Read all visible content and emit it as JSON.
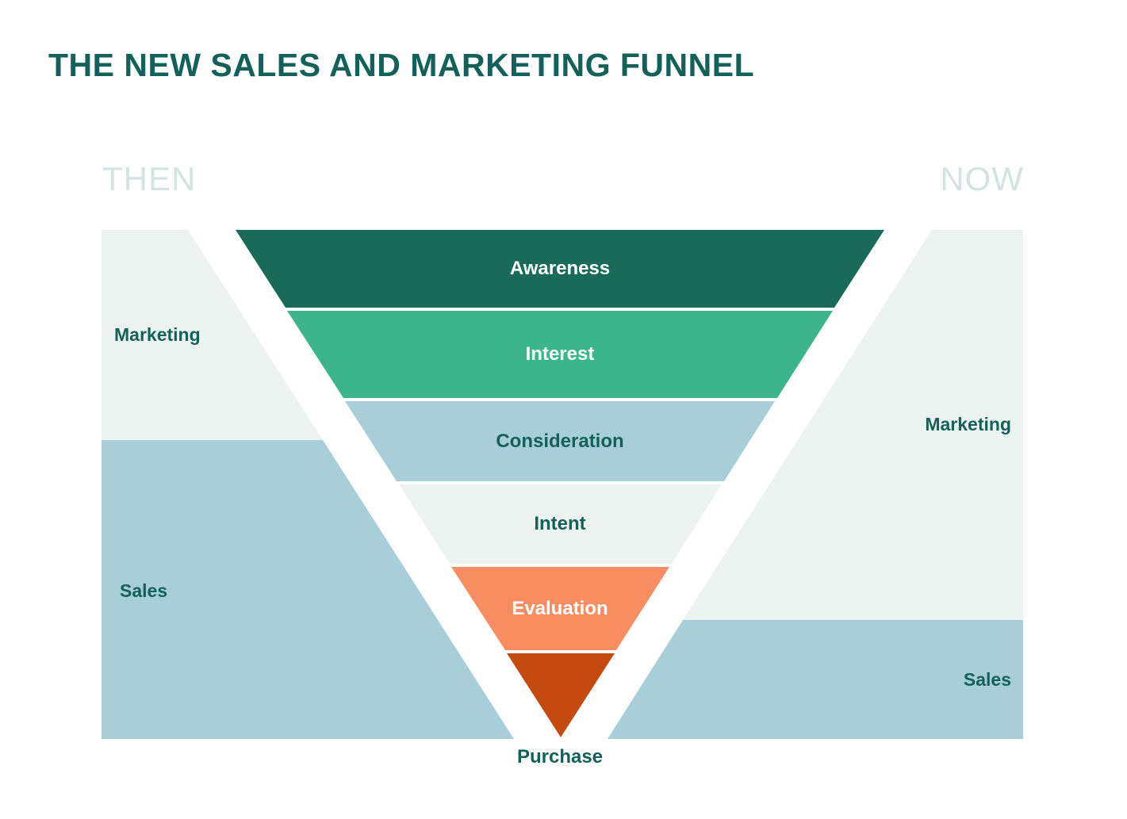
{
  "title": "THE NEW SALES AND MARKETING FUNNEL",
  "era": {
    "then": "THEN",
    "now": "NOW"
  },
  "then_panel": {
    "marketing_label": "Marketing",
    "sales_label": "Sales"
  },
  "now_panel": {
    "marketing_label": "Marketing",
    "sales_label": "Sales"
  },
  "funnel": {
    "stages": [
      {
        "label": "Awareness",
        "color": "#1a6a59",
        "text_color": "#ffffff"
      },
      {
        "label": "Interest",
        "color": "#3db58c",
        "text_color": "#ffffff"
      },
      {
        "label": "Consideration",
        "color": "#a8ced9",
        "text_color": "#136158"
      },
      {
        "label": "Intent",
        "color": "#edf3f1",
        "text_color": "#136158"
      },
      {
        "label": "Evaluation",
        "color": "#f78d60",
        "text_color": "#ffffff"
      },
      {
        "label": "Purchase",
        "color": "#c54a10",
        "text_color": "#136158"
      }
    ]
  },
  "colors": {
    "title_text": "#136158",
    "side_label_text": "#136158",
    "era_label_text": "#d4e2e2",
    "panel_marketing": "#edf3f1",
    "panel_sales": "#a8ced9"
  }
}
